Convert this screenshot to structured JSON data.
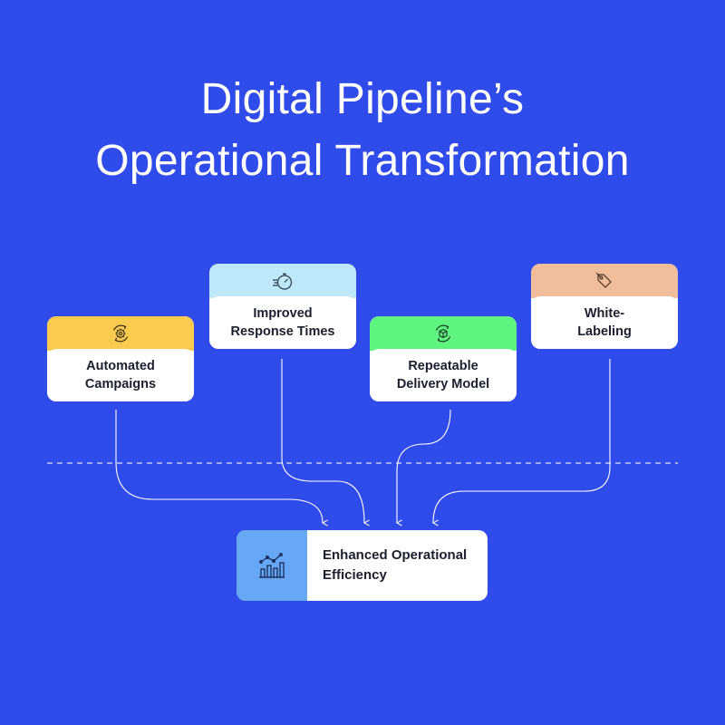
{
  "title": {
    "line1": "Digital Pipeline’s",
    "line2": "Operational Transformation"
  },
  "inputs": [
    {
      "line1": "Automated",
      "line2": "Campaigns",
      "icon": "gear-cycle-icon",
      "color": "#fbcb4f"
    },
    {
      "line1": "Improved",
      "line2": "Response Times",
      "icon": "stopwatch-speed-icon",
      "color": "#bde9fb"
    },
    {
      "line1": "Repeatable",
      "line2": "Delivery Model",
      "icon": "box-cycle-icon",
      "color": "#5ef47f"
    },
    {
      "line1": "White-",
      "line2": "Labeling",
      "icon": "tag-icon",
      "color": "#f0be9b"
    }
  ],
  "result": {
    "line1": "Enhanced Operational",
    "line2": "Efficiency",
    "icon": "bar-chart-trend-icon",
    "color": "#66a8f6"
  },
  "colors": {
    "background": "#2f4bea",
    "text_dark": "#1b1f2e",
    "text_light": "#ffffff"
  }
}
